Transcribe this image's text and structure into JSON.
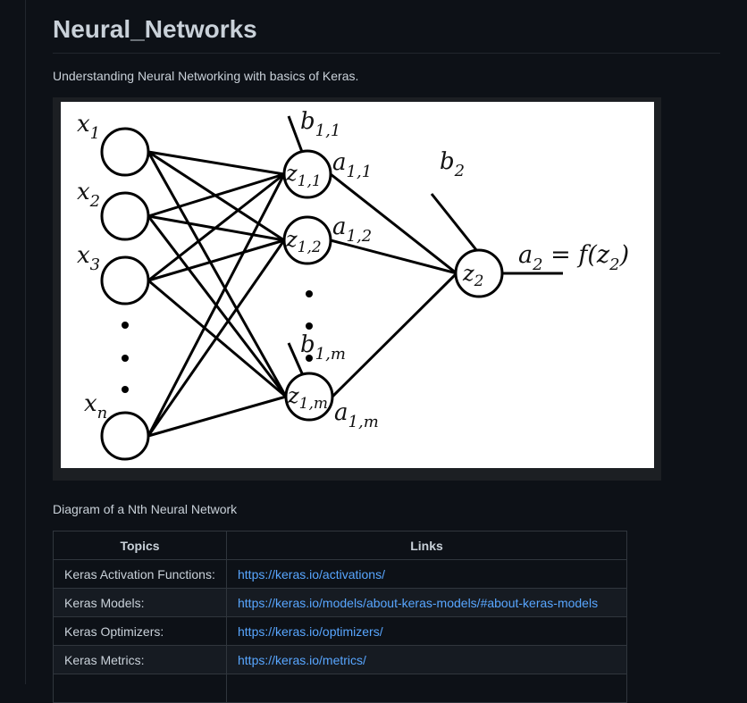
{
  "readme": {
    "title": "Neural_Networks",
    "description": "Understanding Neural Networking with basics of Keras.",
    "caption": "Diagram of a Nth Neural Network"
  },
  "diagram": {
    "inputs": [
      {
        "base": "x",
        "sub": "1"
      },
      {
        "base": "x",
        "sub": "2"
      },
      {
        "base": "x",
        "sub": "3"
      },
      {
        "base": "x",
        "sub": "n"
      }
    ],
    "hidden": [
      {
        "node_base": "z",
        "node_sub": "1,1",
        "bias_base": "b",
        "bias_sub": "1,1",
        "act_base": "a",
        "act_sub": "1,1"
      },
      {
        "node_base": "z",
        "node_sub": "1,2",
        "act_base": "a",
        "act_sub": "1,2"
      },
      {
        "node_base": "z",
        "node_sub": "1,m",
        "bias_base": "b",
        "bias_sub": "1,m",
        "act_base": "a",
        "act_sub": "1,m"
      }
    ],
    "output": {
      "node_base": "z",
      "node_sub": "2",
      "bias_base": "b",
      "bias_sub": "2"
    },
    "output_equation": {
      "lhs_base": "a",
      "lhs_sub": "2",
      "eq": " = f(",
      "arg_base": "z",
      "arg_sub": "2",
      "close": ")"
    }
  },
  "table": {
    "headers": [
      "Topics",
      "Links"
    ],
    "rows": [
      {
        "topic": "Keras Activation Functions:",
        "link": "https://keras.io/activations/"
      },
      {
        "topic": "Keras Models:",
        "link": "https://keras.io/models/about-keras-models/#about-keras-models"
      },
      {
        "topic": "Keras Optimizers:",
        "link": "https://keras.io/optimizers/"
      },
      {
        "topic": "Keras Metrics:",
        "link": "https://keras.io/metrics/"
      }
    ]
  },
  "colors": {
    "background": "#0d1117",
    "text": "#c9d1d9",
    "link": "#58a6ff",
    "border": "#30363d"
  }
}
